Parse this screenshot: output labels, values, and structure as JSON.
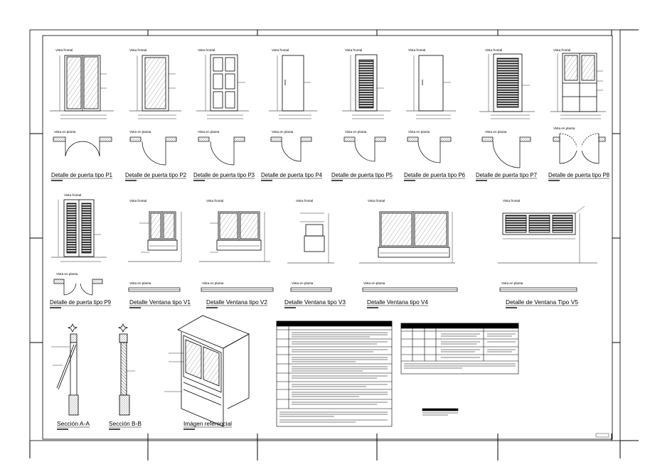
{
  "labels": {
    "vista_frontal": "Vista frontal",
    "vista_en_planta": "Vista en planta"
  },
  "doors": [
    {
      "id": "P1",
      "title": "Detalle de puerta tipo P1"
    },
    {
      "id": "P2",
      "title": "Detalle de puerta tipo P2"
    },
    {
      "id": "P3",
      "title": "Detalle de puerta tipo P3"
    },
    {
      "id": "P4",
      "title": "Detalle de puerta tipo P4"
    },
    {
      "id": "P5",
      "title": "Detalle de puerta tipo P5"
    },
    {
      "id": "P6",
      "title": "Detalle de puerta tipo P6"
    },
    {
      "id": "P7",
      "title": "Detalle de puerta tipo P7"
    },
    {
      "id": "P8",
      "title": "Detalle de puerta tipo P8"
    },
    {
      "id": "P9",
      "title": "Detalle de puerta tipo P9"
    }
  ],
  "windows": [
    {
      "id": "V1",
      "title": "Detalle Ventana tipo V1"
    },
    {
      "id": "V2",
      "title": "Detalle Ventana tipo V2"
    },
    {
      "id": "V3",
      "title": "Detalle Ventana tipo V3"
    },
    {
      "id": "V4",
      "title": "Detalle Ventana tipo V4"
    },
    {
      "id": "V5",
      "title": "Detalle de Ventana Tipo V5"
    }
  ],
  "sections": [
    {
      "id": "A",
      "title": "Sección A-A"
    },
    {
      "id": "B",
      "title": "Sección B-B"
    },
    {
      "id": "ref",
      "title": "Imágen referencial"
    }
  ],
  "colors": {
    "ink": "#000000",
    "paper": "#ffffff",
    "hatch": "#555555"
  }
}
